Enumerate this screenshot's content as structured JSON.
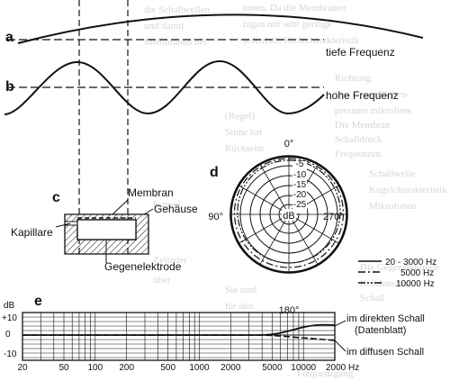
{
  "sections": {
    "a": "a",
    "b": "b",
    "c": "c",
    "d": "d",
    "e": "e"
  },
  "wave_labels": {
    "low": "tiefe Frequenz",
    "high": "hohe Frequenz"
  },
  "mic_labels": {
    "membrane": "Membran",
    "housing": "Gehäuse",
    "capillary": "Kapillare",
    "counter_electrode": "Gegenelektrode"
  },
  "polar": {
    "angle_labels": {
      "top": "0°",
      "right": "270°",
      "bottom": "180°",
      "left": "90°"
    },
    "ring_labels": [
      "-5",
      "-10",
      "-15",
      "-20",
      "-25"
    ],
    "unit": "dB",
    "legend": [
      "20 - 3000 Hz",
      "5000 Hz",
      "10000 Hz"
    ]
  },
  "response": {
    "unit": "dB",
    "y_ticks": [
      "+10",
      "0",
      "-10"
    ],
    "x_ticks": [
      "20",
      "50",
      "100",
      "200",
      "500",
      "1000",
      "2000",
      "5000",
      "10000",
      "2000 Hz"
    ],
    "curve_labels": {
      "direct_line1": "im direkten Schall",
      "direct_line2": "(Datenblatt)",
      "diffuse": "im diffusen Schall"
    }
  },
  "background_text": [
    "tonen. Da die Membranen",
    "ragen nur sehr geringe",
    "jedenfalls Richtcharakteristik",
    "die Schallwellen",
    "und damit",
    "Membranen bei",
    "Richtung",
    "Das Grenzflächen-",
    "pressure mikrofone",
    "Die Membran",
    "Schalldruck",
    "Frequenzen",
    "(Regel)",
    "Sinne hat",
    "Rückseite",
    "Schallwelle",
    "Kugelcharakteristik",
    "Mikrofonen",
    "Kapsel",
    "Zylinder",
    "über",
    "Die Gegenelektrode",
    "Kondensator",
    "Schall",
    "Sie sind",
    "für den",
    "Frequenzgang"
  ]
}
